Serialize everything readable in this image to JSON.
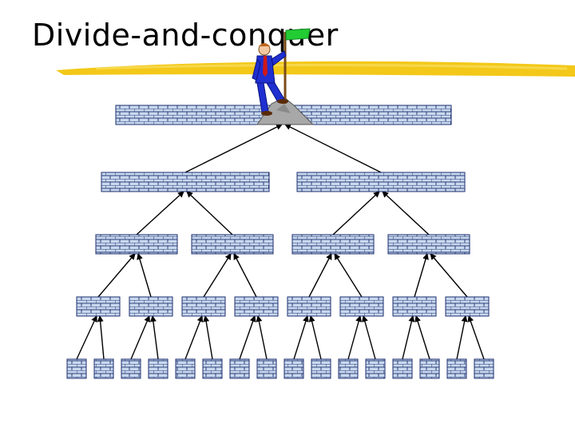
{
  "slide": {
    "title": "Divide-and-conquer"
  },
  "colors": {
    "brick_fill": "#c8d8ee",
    "brick_line": "#1c2e6e",
    "highlighter": "#f2c200",
    "flag": "#22cc33",
    "suit": "#1f2fd0",
    "tie": "#d01818",
    "rock": "#a8a8a8"
  },
  "tree": {
    "levels": [
      {
        "count": 1,
        "brick_rows": 3
      },
      {
        "count": 2,
        "brick_rows": 3
      },
      {
        "count": 4,
        "brick_rows": 3
      },
      {
        "count": 8,
        "brick_rows": 3
      },
      {
        "count": 16,
        "brick_rows": 3
      }
    ]
  },
  "figure": {
    "icon": "man-with-flag-icon"
  }
}
